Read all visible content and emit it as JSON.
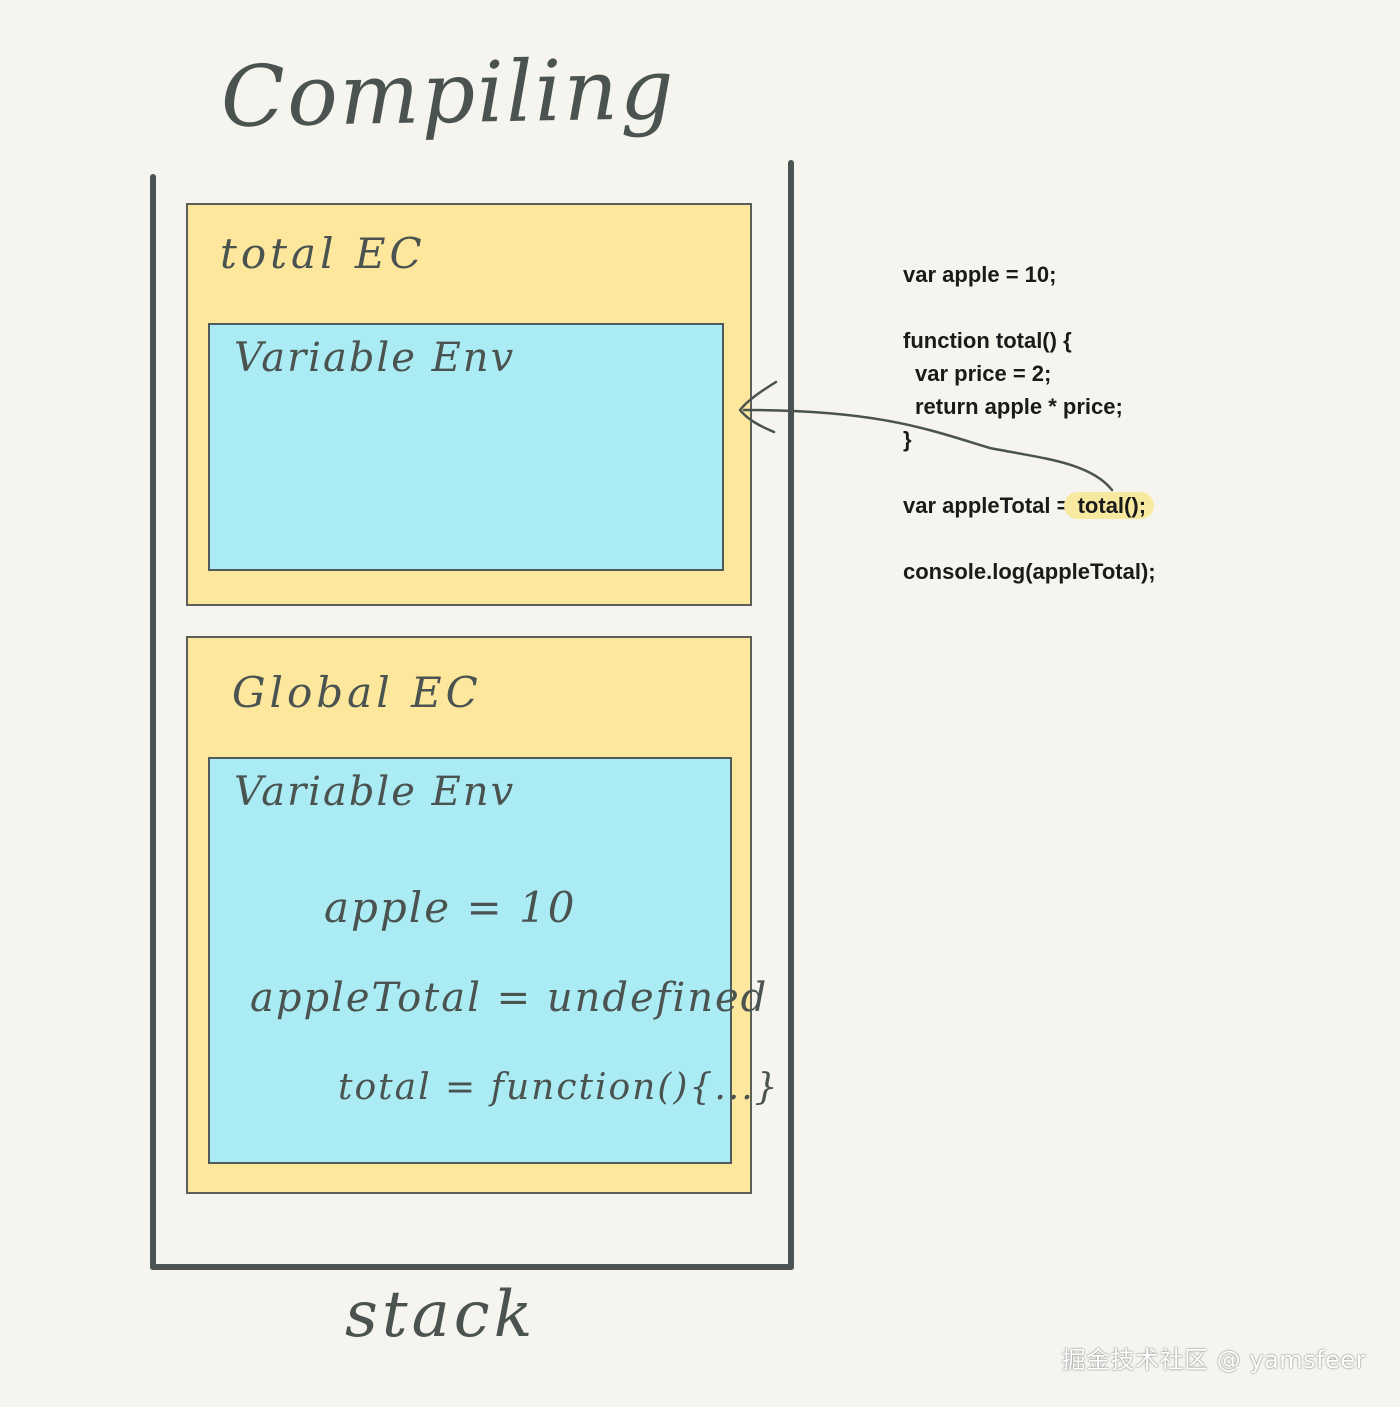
{
  "title": "Compiling",
  "stack_label": "stack",
  "total_ec": {
    "title": "total  EC",
    "variable_env": {
      "title": "Variable Env"
    }
  },
  "global_ec": {
    "title": "Global  EC",
    "variable_env": {
      "title": "Variable Env",
      "entries": [
        "apple = 10",
        "appleTotal = undefined",
        "total = function(){...}"
      ]
    }
  },
  "code": {
    "line1": "var apple = 10;",
    "line2": "function total() {",
    "line3": "var price = 2;",
    "line4": "return apple * price;",
    "line5": "}",
    "line6_prefix": "var appleTotal = ",
    "line6_call": "total();",
    "line7": "console.log(appleTotal);"
  },
  "watermark": "掘金技术社区 @ yamsfeer",
  "colors": {
    "background": "#f5f4ee",
    "ec_fill": "#fde79d",
    "venv_fill": "#aaebf4",
    "ink": "#4a5350",
    "highlight": "#f7eaa0"
  }
}
